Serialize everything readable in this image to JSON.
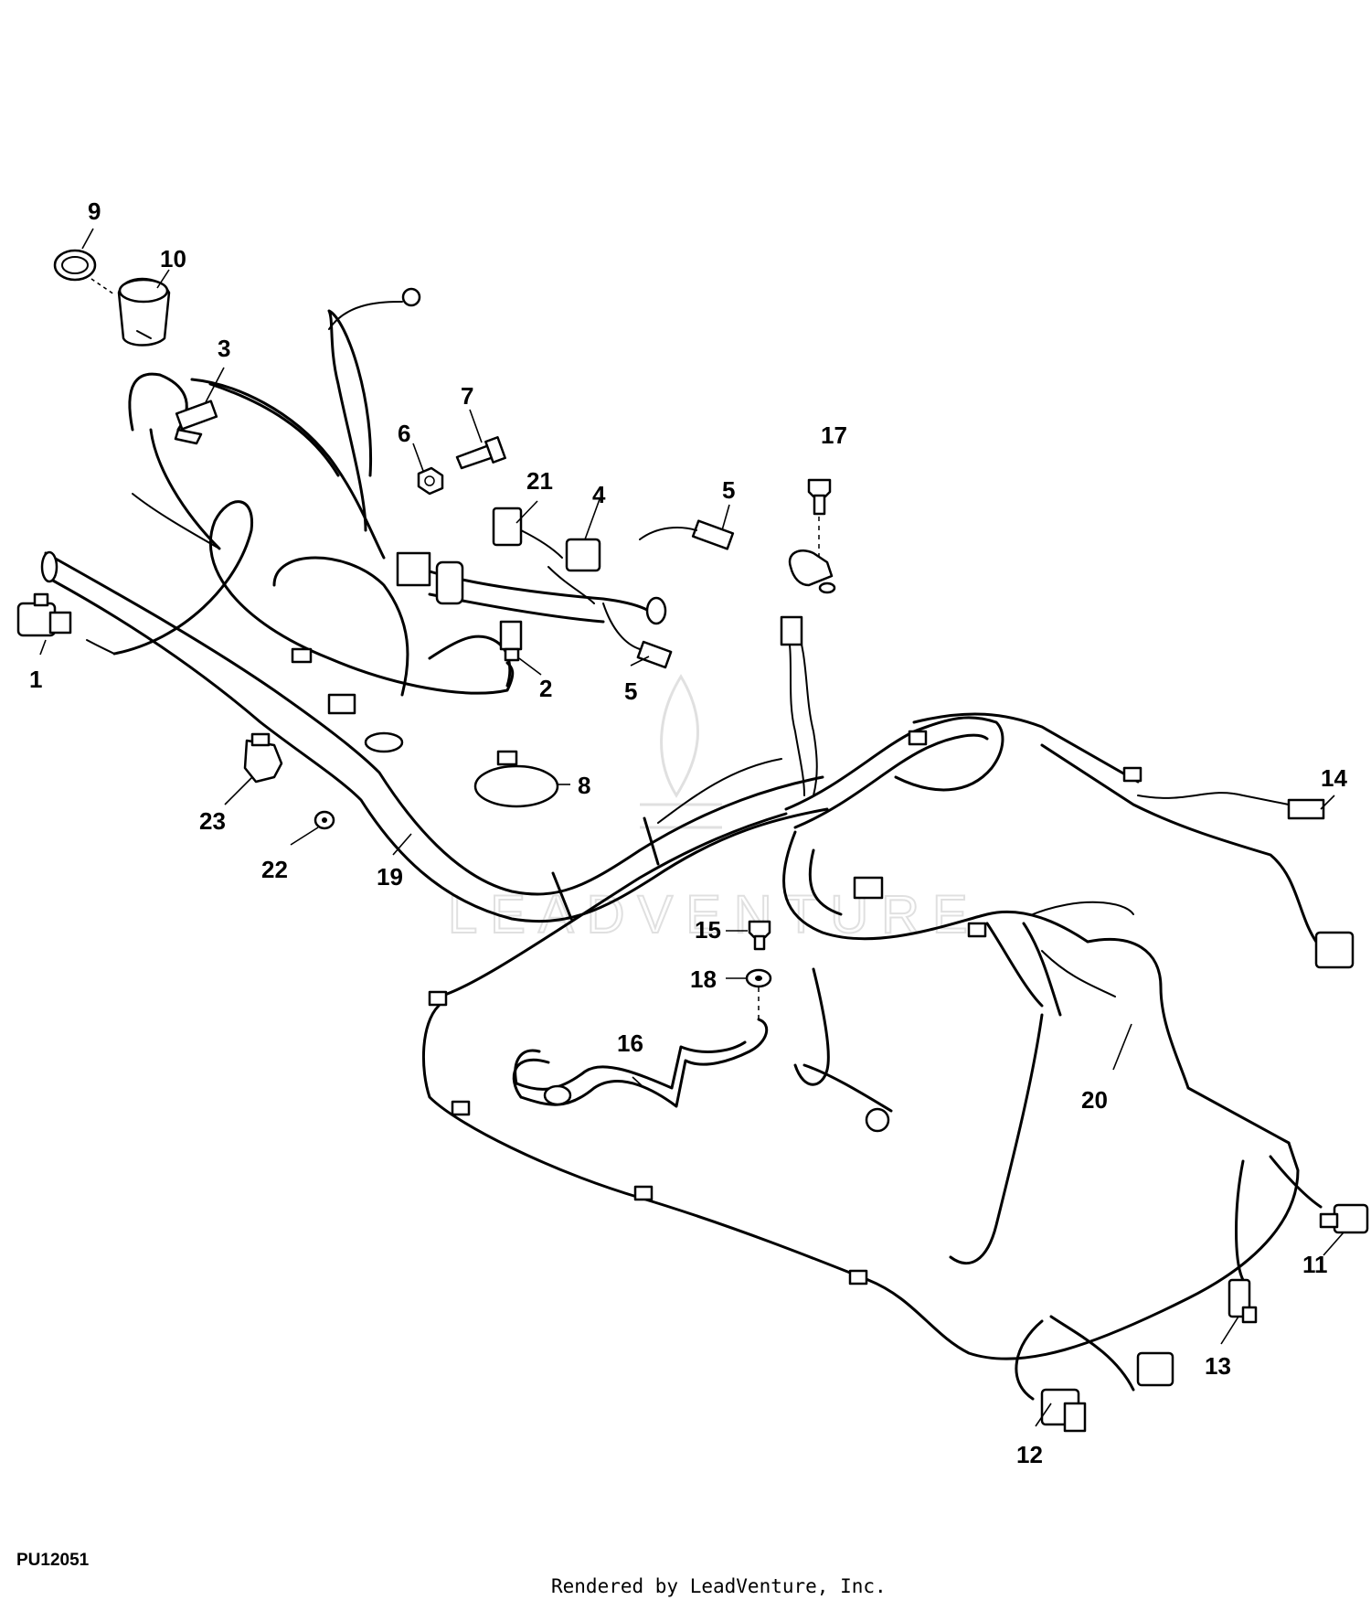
{
  "figure_id": "PU12051",
  "credit": "Rendered by LeadVenture, Inc.",
  "watermark": "LEADVENTURE",
  "callouts": [
    "1",
    "2",
    "3",
    "4",
    "5",
    "5",
    "6",
    "7",
    "8",
    "9",
    "10",
    "11",
    "12",
    "13",
    "14",
    "15",
    "16",
    "17",
    "18",
    "19",
    "20",
    "21",
    "22",
    "23"
  ],
  "colors": {
    "line": "#000000",
    "background": "#ffffff",
    "watermark": "#d9d9d9"
  }
}
